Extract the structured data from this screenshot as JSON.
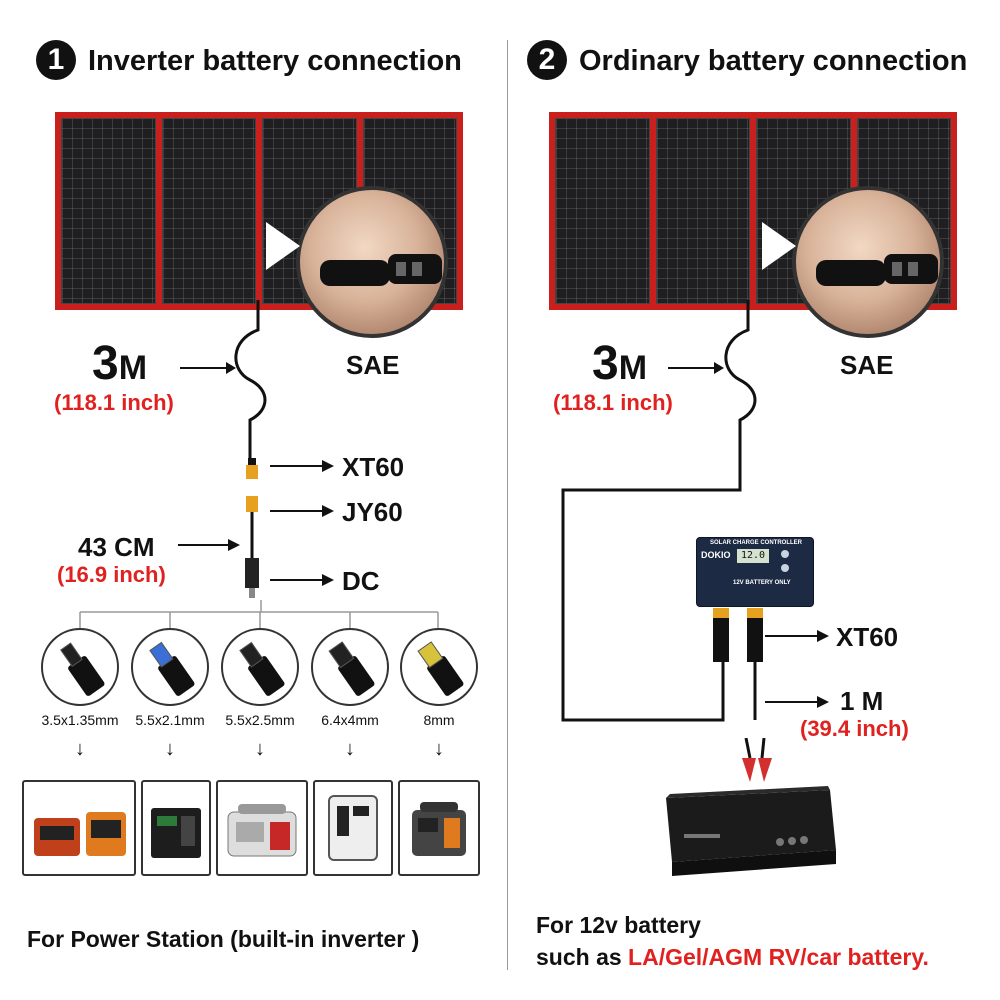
{
  "left": {
    "step_number": "1",
    "title": "Inverter battery connection",
    "cable_length": {
      "value": "3",
      "unit": "M",
      "inches": "(118.1 inch)"
    },
    "connector_sae": "SAE",
    "connector_xt60": "XT60",
    "connector_jy60": "JY60",
    "connector_dc": "DC",
    "cable2_length": {
      "value": "43 CM",
      "inches": "(16.9 inch)"
    },
    "plug_sizes": [
      "3.5x1.35mm",
      "5.5x2.1mm",
      "5.5x2.5mm",
      "6.4x4mm",
      "8mm"
    ],
    "arrow_glyph": "↓",
    "caption": "For Power Station (built-in inverter )"
  },
  "right": {
    "step_number": "2",
    "title": "Ordinary battery connection",
    "cable_length": {
      "value": "3",
      "unit": "M",
      "inches": "(118.1 inch)"
    },
    "connector_sae": "SAE",
    "connector_xt60": "XT60",
    "battery_cable": {
      "value": "1 M",
      "inches": "(39.4 inch)"
    },
    "controller": {
      "brand": "DOKIO",
      "header": "SOLAR CHARGE CONTROLLER",
      "display": "12.0",
      "battery_note": "12V BATTERY ONLY"
    },
    "caption_line1": "For 12v battery",
    "caption_line2_prefix": "such as ",
    "caption_line2_highlight": "LA/Gel/AGM RV/car battery."
  },
  "colors": {
    "accent_red": "#e0211f",
    "panel_frame": "#c9201e",
    "cell": "#1f1f22",
    "controller": "#1c2a44"
  }
}
